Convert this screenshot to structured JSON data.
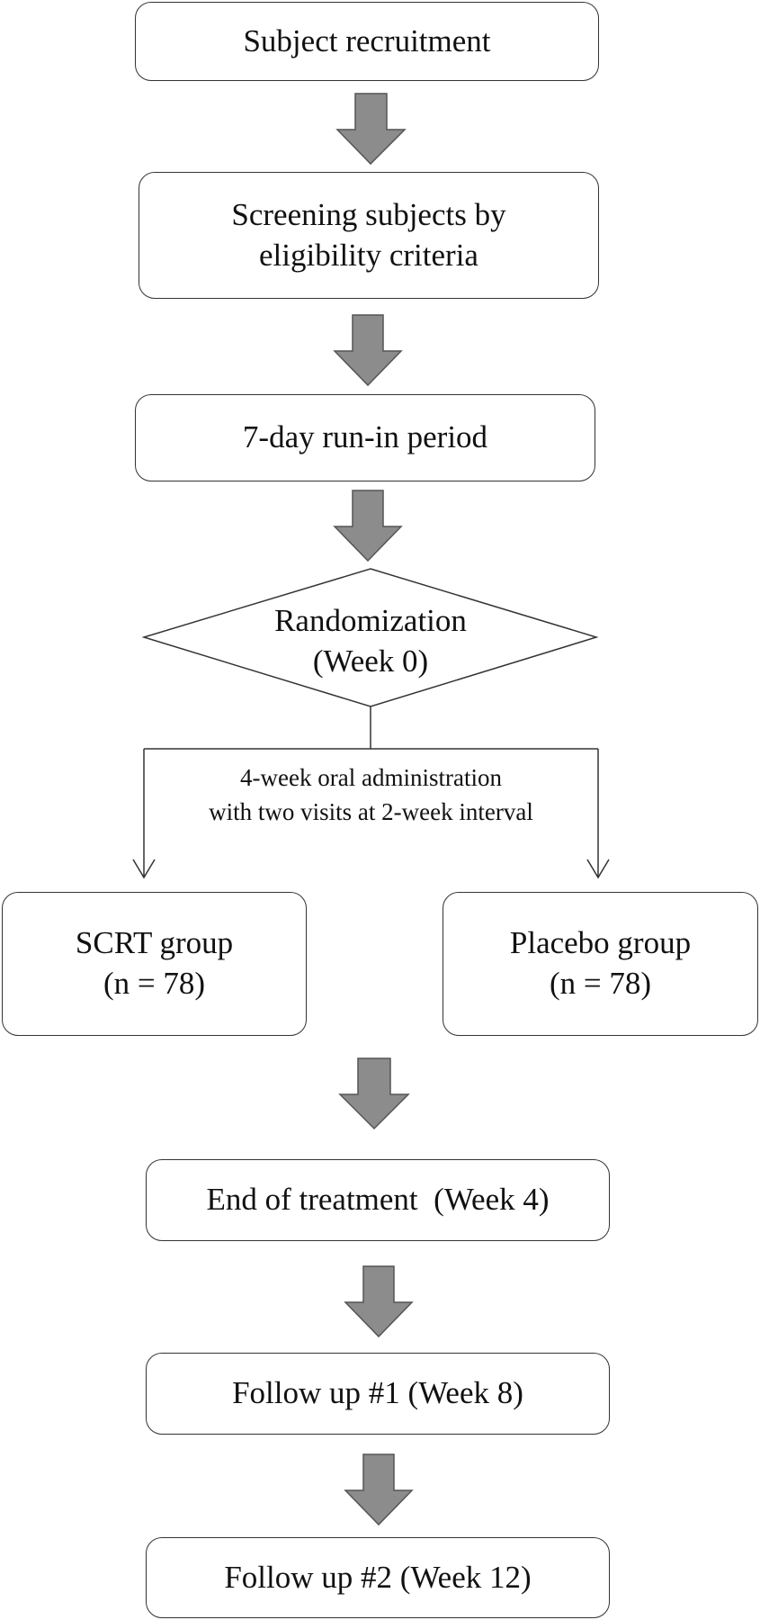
{
  "steps": {
    "recruitment": "Subject recruitment",
    "screening_line1": "Screening subjects by",
    "screening_line2": "eligibility criteria",
    "run_in": "7-day run-in period",
    "randomization_line1": "Randomization",
    "randomization_line2": "(Week 0)",
    "end_of_treatment": "End of treatment  (Week 4)",
    "follow_up_1": "Follow up #1 (Week 8)",
    "follow_up_2": "Follow up #2 (Week 12)"
  },
  "branch": {
    "label_line1": "4-week oral administration",
    "label_line2": "with two visits at 2-week interval"
  },
  "groups": {
    "scrt_name": "SCRT group",
    "scrt_n": "(n = 78)",
    "placebo_name": "Placebo group",
    "placebo_n": "(n = 78)"
  },
  "colors": {
    "arrow_fill": "#8c8c8c",
    "arrow_stroke": "#555555",
    "box_border": "#333333"
  }
}
